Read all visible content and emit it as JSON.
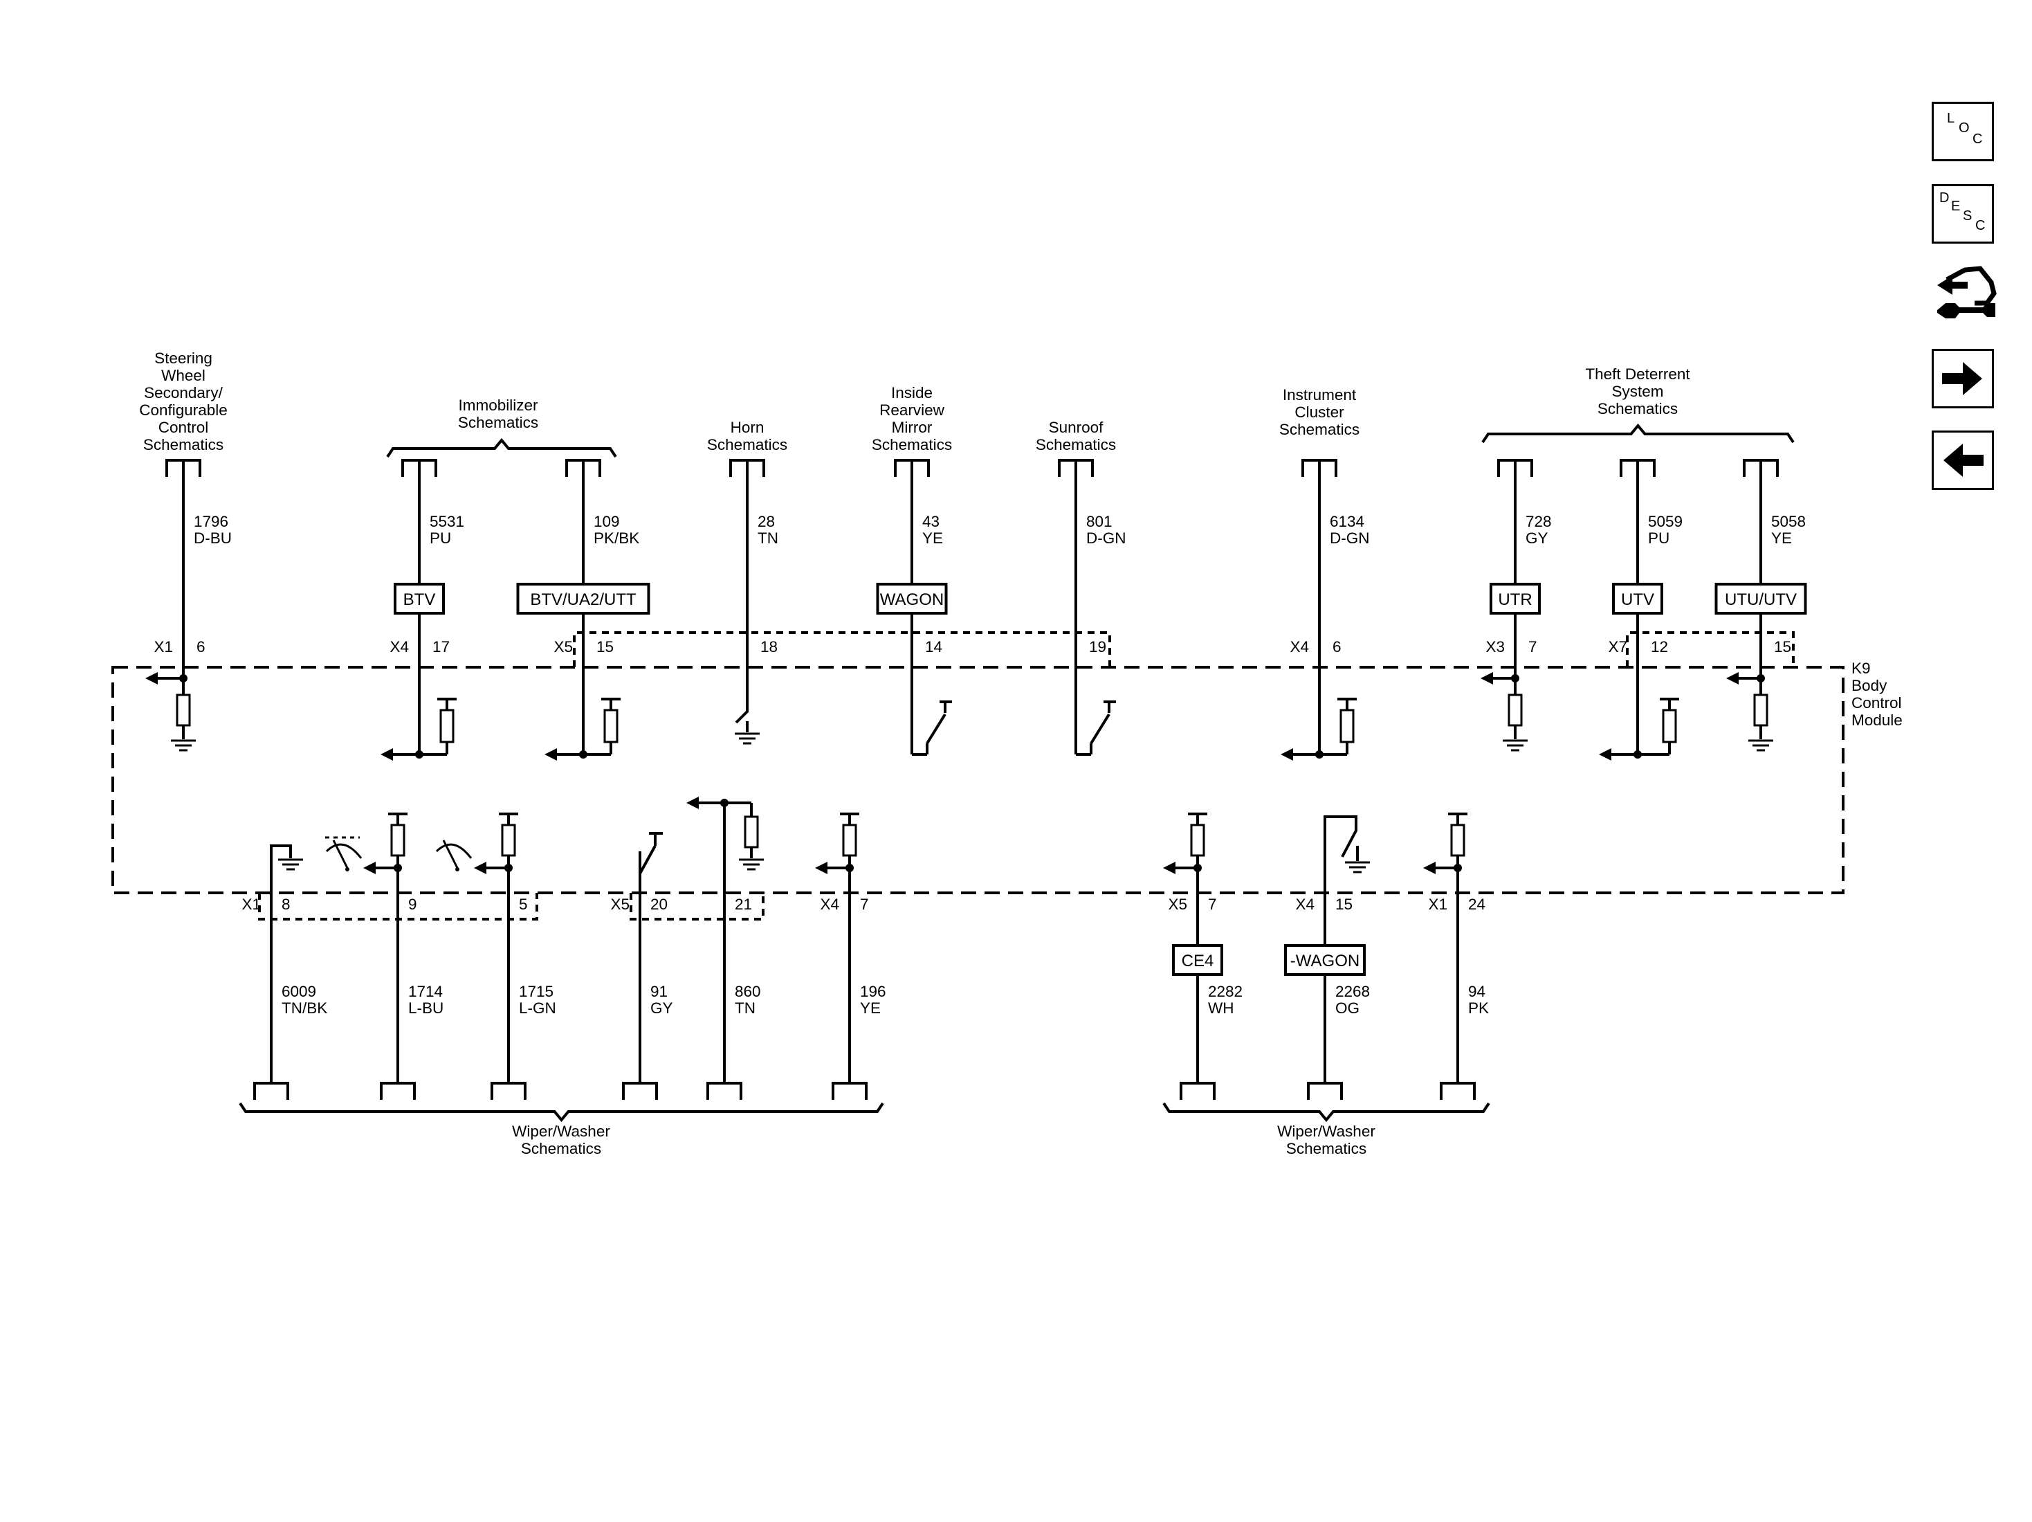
{
  "module": {
    "id": "K9",
    "name_lines": [
      "Body",
      "Control",
      "Module"
    ]
  },
  "nav": {
    "loc": [
      "L",
      "O",
      "C"
    ],
    "desc": [
      "D",
      "E",
      "S",
      "C"
    ],
    "icons": [
      "loc-icon",
      "desc-icon",
      "connector-wrench-icon",
      "next-arrow-icon",
      "back-arrow-icon"
    ]
  },
  "top_refs": [
    {
      "lines": [
        "Steering",
        "Wheel",
        "Secondary/",
        "Configurable",
        "Control",
        "Schematics"
      ]
    },
    {
      "lines": [
        "Immobilizer",
        "Schematics"
      ]
    },
    {
      "lines": [
        "Horn",
        "Schematics"
      ]
    },
    {
      "lines": [
        "Inside",
        "Rearview",
        "Mirror",
        "Schematics"
      ]
    },
    {
      "lines": [
        "Sunroof",
        "Schematics"
      ]
    },
    {
      "lines": [
        "Instrument",
        "Cluster",
        "Schematics"
      ]
    },
    {
      "lines": [
        "Theft Deterrent",
        "System",
        "Schematics"
      ]
    }
  ],
  "bottom_refs": [
    {
      "lines": [
        "Wiper/Washer",
        "Schematics"
      ]
    },
    {
      "lines": [
        "Wiper/Washer",
        "Schematics"
      ]
    }
  ],
  "top_circuits": [
    {
      "circuit": "1796",
      "color": "D-BU",
      "connector": "X1",
      "pin": "6"
    },
    {
      "circuit": "5531",
      "color": "PU",
      "connector": "X4",
      "pin": "17",
      "option": "BTV"
    },
    {
      "circuit": "109",
      "color": "PK/BK",
      "connector": "X5",
      "pin": "15",
      "option": "BTV/UA2/UTT"
    },
    {
      "circuit": "28",
      "color": "TN",
      "connector": "",
      "pin": "18"
    },
    {
      "circuit": "43",
      "color": "YE",
      "connector": "",
      "pin": "14",
      "option": "WAGON"
    },
    {
      "circuit": "801",
      "color": "D-GN",
      "connector": "",
      "pin": "19"
    },
    {
      "circuit": "6134",
      "color": "D-GN",
      "connector": "X4",
      "pin": "6"
    },
    {
      "circuit": "728",
      "color": "GY",
      "connector": "X3",
      "pin": "7",
      "option": "UTR"
    },
    {
      "circuit": "5059",
      "color": "PU",
      "connector": "X7",
      "pin": "12",
      "option": "UTV"
    },
    {
      "circuit": "5058",
      "color": "YE",
      "connector": "",
      "pin": "15",
      "option": "UTU/UTV"
    }
  ],
  "bottom_circuits": [
    {
      "circuit": "6009",
      "color": "TN/BK",
      "connector": "X1",
      "pin": "8"
    },
    {
      "circuit": "1714",
      "color": "L-BU",
      "connector": "",
      "pin": "9"
    },
    {
      "circuit": "1715",
      "color": "L-GN",
      "connector": "",
      "pin": "5"
    },
    {
      "circuit": "91",
      "color": "GY",
      "connector": "X5",
      "pin": "20"
    },
    {
      "circuit": "860",
      "color": "TN",
      "connector": "",
      "pin": "21"
    },
    {
      "circuit": "196",
      "color": "YE",
      "connector": "X4",
      "pin": "7"
    },
    {
      "circuit": "2282",
      "color": "WH",
      "connector": "X5",
      "pin": "7",
      "option": "CE4"
    },
    {
      "circuit": "2268",
      "color": "OG",
      "connector": "X4",
      "pin": "15",
      "option": "-WAGON"
    },
    {
      "circuit": "94",
      "color": "PK",
      "connector": "X1",
      "pin": "24"
    }
  ]
}
